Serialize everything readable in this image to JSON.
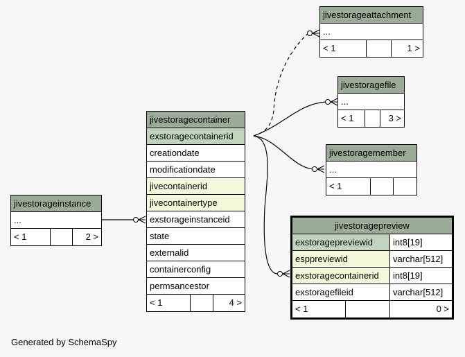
{
  "footer": "Generated by SchemaSpy",
  "tables": {
    "attachment": {
      "name": "jivestorageattachment",
      "rows": [
        "..."
      ],
      "footer": [
        "< 1",
        "",
        "1 >"
      ]
    },
    "file": {
      "name": "jivestoragefile",
      "rows": [
        "..."
      ],
      "footer": [
        "< 1",
        "",
        "3 >"
      ]
    },
    "member": {
      "name": "jivestoragemember",
      "rows": [
        "..."
      ],
      "footer": [
        "< 1",
        "",
        ""
      ]
    },
    "instance": {
      "name": "jivestorageinstance",
      "rows": [
        "..."
      ],
      "footer": [
        "< 1",
        "",
        "2 >"
      ]
    },
    "container": {
      "name": "jivestoragecontainer",
      "rows": [
        "exstoragecontainerid",
        "creationdate",
        "modificationdate",
        "jivecontainerid",
        "jivecontainertype",
        "exstorageinstanceid",
        "state",
        "externalid",
        "containerconfig",
        "permsancestor"
      ],
      "footer": [
        "< 1",
        "",
        "4 >"
      ]
    },
    "preview": {
      "name": "jivestoragepreview",
      "rows": [
        {
          "name": "exstoragepreviewid",
          "type": "int8[19]"
        },
        {
          "name": "esppreviewid",
          "type": "varchar[512]"
        },
        {
          "name": "exstoragecontainerid",
          "type": "int8[19]"
        },
        {
          "name": "exstoragefileid",
          "type": "varchar[512]"
        }
      ],
      "footer": [
        "< 1",
        "",
        "0 >"
      ]
    }
  },
  "colors": {
    "header": "#9aab96",
    "primary_key": "#bfd4bb",
    "foreign_key": "#f4f7da",
    "background": "#f7f7f7"
  }
}
